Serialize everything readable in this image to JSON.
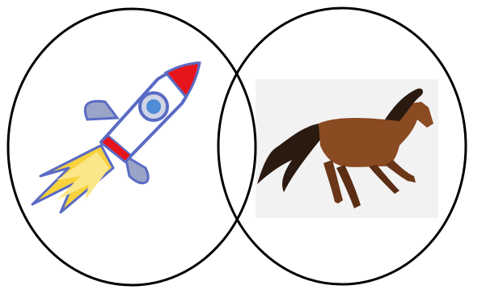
{
  "diagram": {
    "type": "venn-two-circles",
    "left_circle": {
      "content": "rocket",
      "icon": "rocket-icon"
    },
    "right_circle": {
      "content": "horse",
      "icon": "horse-icon"
    },
    "colors": {
      "outline": "#000000",
      "rocket_body": "#ffffff",
      "rocket_nose": "#e8141c",
      "rocket_fin": "#5a6bc4",
      "rocket_flame": "#f7d23c",
      "horse_coat": "#8a4a22",
      "horse_mane": "#2a1a10",
      "horse_bg": "#f2f2f2"
    }
  }
}
